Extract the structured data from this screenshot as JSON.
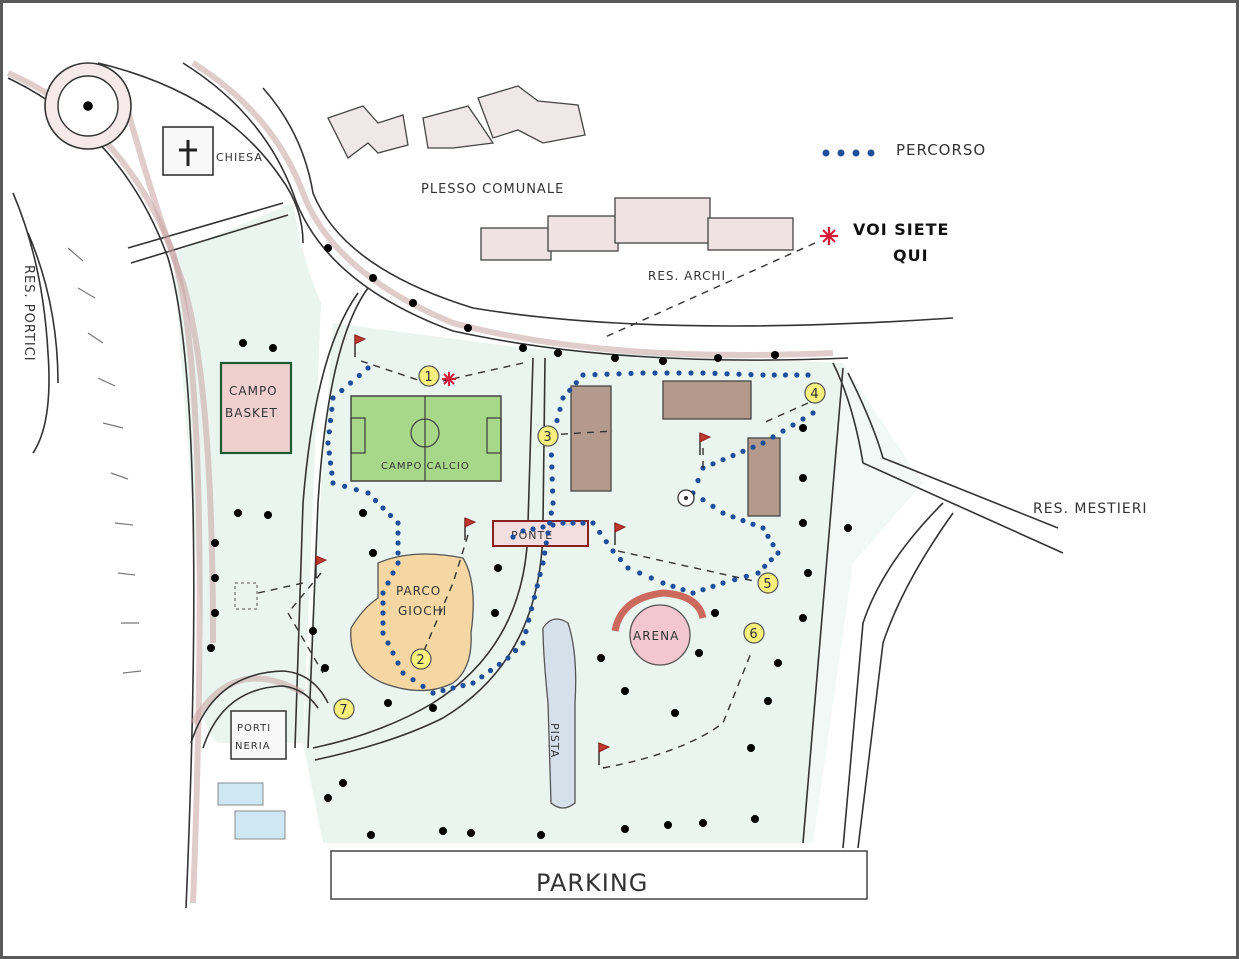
{
  "labels": {
    "chiesa": "CHIESA",
    "plesso_comunale": "PLESSO COMUNALE",
    "res_archi": "RES. ARCHI",
    "percorso": "PERCORSO",
    "voi_siete_qui_1": "VOI SIETE",
    "voi_siete_qui_2": "QUI",
    "res_portici": "RES. PORTICI",
    "campo_basket_1": "CAMPO",
    "campo_basket_2": "BASKET",
    "campo_calcio": "CAMPO CALCIO",
    "res_mestieri": "RES. MESTIERI",
    "ponte": "PONTE",
    "parco_giochi_1": "PARCO",
    "parco_giochi_2": "GIOCHI",
    "arena": "ARENA",
    "pista": "PISTA",
    "portineria_1": "PORTI",
    "portineria_2": "NERIA",
    "parking": "PARKING"
  },
  "stations": [
    "1",
    "2",
    "3",
    "4",
    "5",
    "6",
    "7"
  ],
  "colors": {
    "route_dots": "#1f4f9a",
    "you_are_here": "#d41f3c",
    "grass": "#e3f1ea",
    "football_field": "#a7d88a",
    "building": "#b49a8c",
    "basket_court": "#f0cfcf",
    "playground": "#f4d7a3",
    "arena": "#f2c7cf",
    "track": "#d5e0ea",
    "station_marker": "#f6ef7e",
    "trees": "#1e6b3c",
    "road_edge": "#c9a3a3",
    "flag": "#c0392b"
  },
  "icons": [
    "cross-icon",
    "flag-icon",
    "tree-icon",
    "star-marker-icon",
    "route-dot-icon"
  ]
}
